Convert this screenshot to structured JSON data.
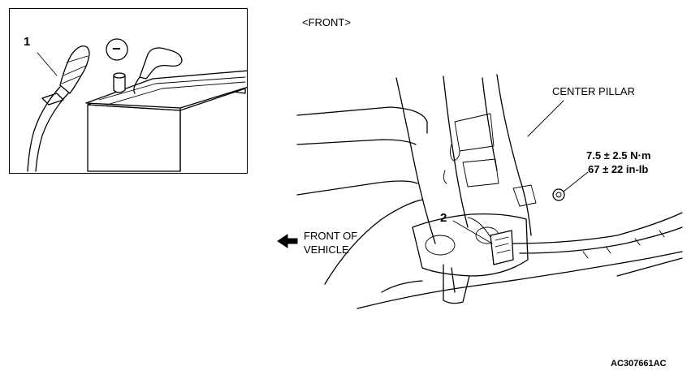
{
  "diagram": {
    "view_title": "<FRONT>",
    "callouts": {
      "battery_cable_number": "1",
      "connector_number": "2"
    },
    "labels": {
      "center_pillar": "CENTER PILLAR",
      "torque_metric": "7.5 ± 2.5 N·m",
      "torque_imperial": "67 ± 22 in-lb",
      "front_of_vehicle_line1": "FRONT OF",
      "front_of_vehicle_line2": "VEHICLE"
    },
    "battery_terminal_symbol": "−",
    "figure_code": "AC307661AC"
  }
}
